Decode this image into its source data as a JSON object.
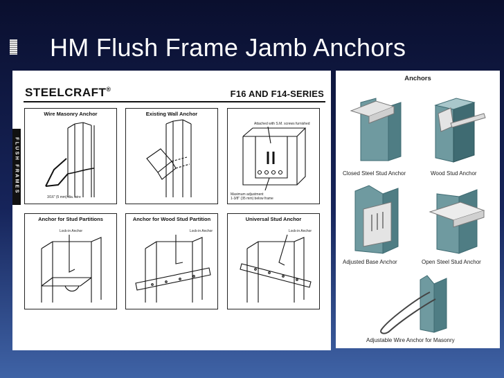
{
  "slide": {
    "title": "HM Flush Frame Jamb Anchors"
  },
  "catalog": {
    "brand": "STEELCRAFT",
    "brand_mark": "®",
    "series": "F16 AND F14-SERIES",
    "side_tab": "FLUSH FRAMES",
    "panels": [
      {
        "title": "Wire Masonry Anchor",
        "notes": [
          "3/16\" (5 mm) dia. wire"
        ]
      },
      {
        "title": "Existing Wall Anchor",
        "notes": []
      },
      {
        "title": "",
        "notes": [
          "Attached with S.M. screws furnished",
          "Maximum adjustment",
          "1-3/8\" (35 mm) below frame"
        ]
      },
      {
        "title": "Anchor for Stud Partitions",
        "notes": [
          "Lock-in  Anchor"
        ]
      },
      {
        "title": "Anchor for Wood Stud Partition",
        "notes": [
          "Lock-in Anchor"
        ]
      },
      {
        "title": "Universal Stud Anchor",
        "notes": [
          "Lock-in Anchor"
        ]
      }
    ]
  },
  "anchors_sheet": {
    "heading": "Anchors",
    "items": [
      {
        "caption": "Closed Steel Stud Anchor"
      },
      {
        "caption": "Wood Stud Anchor"
      },
      {
        "caption": "Adjusted Base Anchor"
      },
      {
        "caption": "Open Steel Stud Anchor"
      },
      {
        "caption": "Adjustable Wire Anchor for Masonry"
      }
    ],
    "colors": {
      "steel": "#6f9aa0",
      "steel_dark": "#3f6b72",
      "steel_light": "#a9c7cb",
      "anchor_plate": "#e4e4e4"
    }
  }
}
